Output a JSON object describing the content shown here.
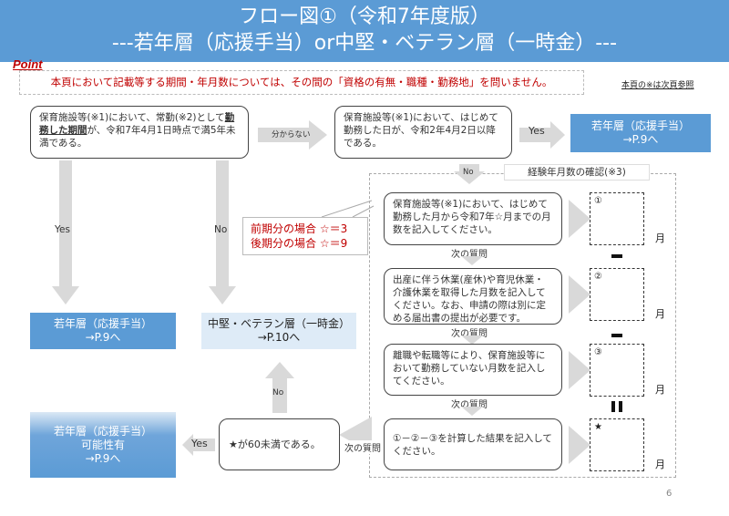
{
  "header": {
    "title_line1": "フロー図①（令和7年度版）",
    "title_line2": "---若年層（応援手当）or中堅・ベテラン層（一時金）---"
  },
  "point": {
    "label": "Point",
    "notice": "本頁において記載等する期間・年月数については、その間の「資格の有無・職種・勤務地」を問いません。",
    "next_page_ref": "本頁の※は次頁参照"
  },
  "colors": {
    "header_blue": "#5b9bd5",
    "light_blue": "#deebf7",
    "alert_red": "#c00000",
    "arrow_gray": "#d9d9d9"
  },
  "flow": {
    "q1": {
      "text_before": "保育施設等(※1)において、常勤(※2)として",
      "text_underlined": "勤務した期間",
      "text_after": "が、令和7年4月1日時点で満5年未満である。"
    },
    "q1_unknown_arrow": "分からない",
    "q2": {
      "text": "保育施設等(※1)において、はじめて勤務した日が、令和2年4月2日以降である。"
    },
    "q2_yes_arrow": "Yes",
    "q2_no_arrow": "No",
    "result_young_top": {
      "line1": "若年層（応援手当）",
      "line2": "→P.9へ"
    },
    "q1_yes_arrow": "Yes",
    "q1_no_arrow": "No",
    "result_young_left": {
      "line1": "若年層（応援手当）",
      "line2": "→P.9へ"
    },
    "result_veteran": {
      "line1": "中堅・ベテラン層（一時金）",
      "line2": "→P.10へ"
    },
    "callout": {
      "line1": "前期分の場合 ☆＝3",
      "line2": "後期分の場合 ☆＝9"
    },
    "experience_section": {
      "title": "経験年月数の確認(※3)",
      "steps": [
        {
          "text": "保育施設等(※1)において、はじめて勤務した月から令和7年☆月までの月数を記入してください。",
          "marker": "①",
          "unit": "月",
          "next": "次の質問"
        },
        {
          "text": "出産に伴う休業(産休)や育児休業・介護休業を取得した月数を記入してください。なお、申請の際は別に定める届出書の提出が必要です。",
          "marker": "②",
          "unit": "月",
          "next": "次の質問"
        },
        {
          "text": "離職や転職等により、保育施設等において勤務していない月数を記入してください。",
          "marker": "③",
          "unit": "月",
          "next": "次の質問"
        },
        {
          "text": "①－②－③を計算した結果を記入してください。",
          "marker": "★",
          "unit": "月",
          "next": "次の質問"
        }
      ],
      "operators": [
        "－",
        "－",
        "＝"
      ]
    },
    "q3": {
      "text": "★が60未満である。"
    },
    "q3_yes_arrow": "Yes",
    "q3_no_arrow": "No",
    "result_young_possible": {
      "line1": "若年層（応援手当）",
      "line2": "可能性有",
      "line3": "→P.9へ"
    }
  },
  "page_number": "6"
}
